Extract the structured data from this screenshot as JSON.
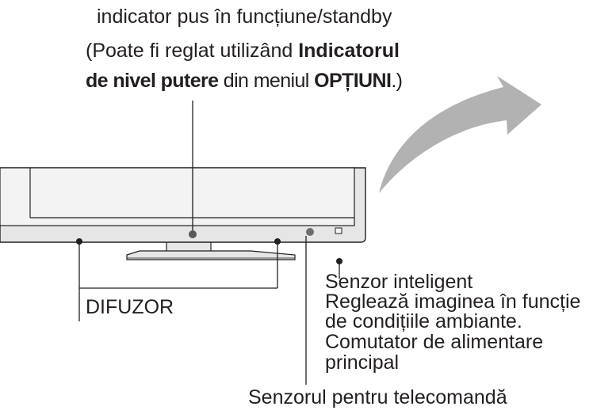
{
  "top_caption": {
    "line1": "indicator pus în funcțiune/standby",
    "line2_prefix": "(Poate fi reglat utilizând ",
    "line2_bold": "Indicatorul",
    "line3_bold1": "de nivel putere",
    "line3_mid": " din meniul ",
    "line3_bold2": "OPȚIUNI",
    "line3_suffix": ".)"
  },
  "labels": {
    "speaker": "DIFUZOR",
    "intelligent_sensor": {
      "title": "Senzor inteligent",
      "desc1": "Reglează imaginea în funcție",
      "desc2": "de condițiile ambiante."
    },
    "main_power": {
      "line1": "Comutator de alimentare",
      "line2": "principal"
    },
    "remote_sensor": "Senzorul pentru telecomandă"
  },
  "colors": {
    "line": "#231f20",
    "bezel": "#e6e6e6",
    "screen": "#f3f3f3",
    "arrow": "#b2b2b2"
  }
}
